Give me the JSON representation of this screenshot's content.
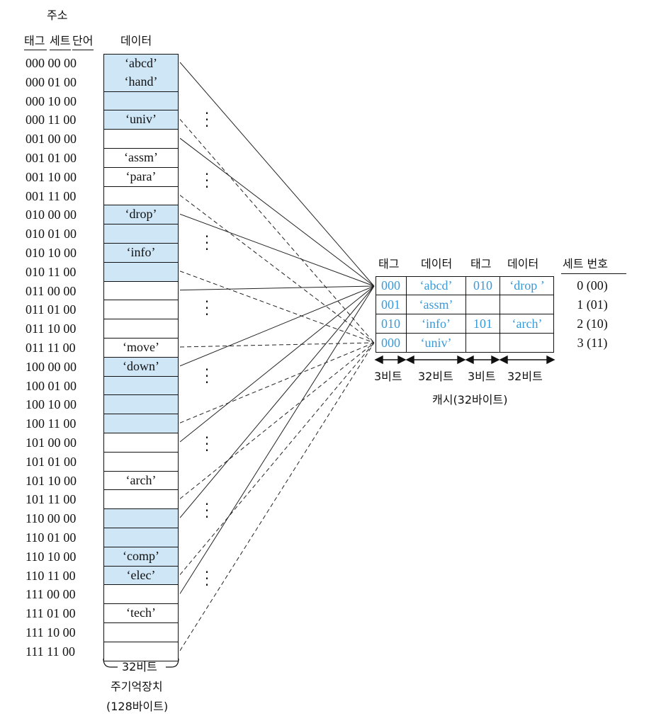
{
  "header": {
    "address": "주소",
    "tag": "태그",
    "set": "세트",
    "word": "단어",
    "data": "데이터"
  },
  "memory": {
    "rows": [
      {
        "address": "000 00 00",
        "data": "‘abcd’",
        "highlight": true
      },
      {
        "address": "000 01 00",
        "data": "‘hand’",
        "highlight": true
      },
      {
        "address": "000 10 00",
        "data": "",
        "highlight": true
      },
      {
        "address": "000 11 00",
        "data": "‘univ’",
        "highlight": true
      },
      {
        "address": "001 00 00",
        "data": "",
        "highlight": false
      },
      {
        "address": "001 01 00",
        "data": "‘assm’",
        "highlight": false
      },
      {
        "address": "001 10 00",
        "data": "‘para’",
        "highlight": false
      },
      {
        "address": "001 11 00",
        "data": "",
        "highlight": false
      },
      {
        "address": "010 00 00",
        "data": "‘drop’",
        "highlight": true
      },
      {
        "address": "010 01 00",
        "data": "",
        "highlight": true
      },
      {
        "address": "010 10 00",
        "data": "‘info’",
        "highlight": true
      },
      {
        "address": "010 11 00",
        "data": "",
        "highlight": true
      },
      {
        "address": "011 00 00",
        "data": "",
        "highlight": false
      },
      {
        "address": "011 01 00",
        "data": "",
        "highlight": false
      },
      {
        "address": "011 10 00",
        "data": "",
        "highlight": false
      },
      {
        "address": "011 11 00",
        "data": "‘move’",
        "highlight": false
      },
      {
        "address": "100 00 00",
        "data": "‘down’",
        "highlight": true
      },
      {
        "address": "100 01 00",
        "data": "",
        "highlight": true
      },
      {
        "address": "100 10 00",
        "data": "",
        "highlight": true
      },
      {
        "address": "100 11 00",
        "data": "",
        "highlight": true
      },
      {
        "address": "101 00 00",
        "data": "",
        "highlight": false
      },
      {
        "address": "101 01 00",
        "data": "",
        "highlight": false
      },
      {
        "address": "101 10 00",
        "data": "‘arch’",
        "highlight": false
      },
      {
        "address": "101 11 00",
        "data": "",
        "highlight": false
      },
      {
        "address": "110 00 00",
        "data": "",
        "highlight": true
      },
      {
        "address": "110 01 00",
        "data": "",
        "highlight": true
      },
      {
        "address": "110 10 00",
        "data": "‘comp’",
        "highlight": true
      },
      {
        "address": "110 11 00",
        "data": "‘elec’",
        "highlight": true
      },
      {
        "address": "111 00 00",
        "data": "",
        "highlight": false
      },
      {
        "address": "111 01 00",
        "data": "‘tech’",
        "highlight": false
      },
      {
        "address": "111 10 00",
        "data": "",
        "highlight": false
      },
      {
        "address": "111 11 00",
        "data": "",
        "highlight": false
      }
    ],
    "width_label": "32비트",
    "caption_1": "주기억장치",
    "caption_2": "(128바이트)"
  },
  "cache": {
    "headers": {
      "tag1": "태그",
      "data1": "데이터",
      "tag2": "태그",
      "data2": "데이터",
      "set_no": "세트 번호"
    },
    "rows": [
      {
        "tag1": "000",
        "data1": "‘abcd’",
        "tag2": "010",
        "data2": "‘drop ’",
        "set": "0 (00)"
      },
      {
        "tag1": "001",
        "data1": "‘assm’",
        "tag2": "",
        "data2": "",
        "set": "1 (01)"
      },
      {
        "tag1": "010",
        "data1": "‘info’",
        "tag2": "101",
        "data2": "‘arch’",
        "set": "2 (10)"
      },
      {
        "tag1": "000",
        "data1": "‘univ’",
        "tag2": "",
        "data2": "",
        "set": "3 (11)"
      }
    ],
    "widths": {
      "tag1": "3비트",
      "data1": "32비트",
      "tag2": "3비트",
      "data2": "32비트"
    },
    "caption": "캐시(32바이트)"
  },
  "colors": {
    "highlight": "#cfe6f7",
    "cache_text": "#3a9ad9"
  }
}
